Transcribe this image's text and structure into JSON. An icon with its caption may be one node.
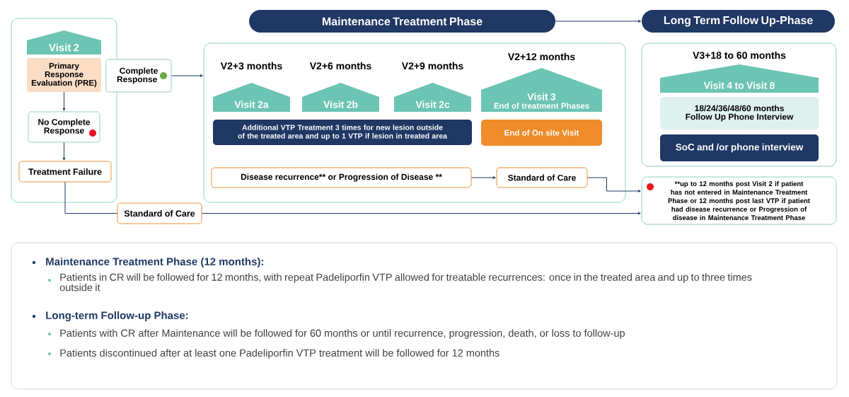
{
  "diagram": {
    "nodes": [
      {
        "text": [],
        "shape": "box"
      },
      {
        "text": [
          "Visit 2"
        ],
        "in": 0
      },
      {
        "text": [
          "Primary Response Evaluation (PRE)"
        ],
        "in": 0
      },
      {
        "text": [
          "No Complete Response"
        ],
        "in": 0
      },
      {
        "text": [
          "Treatment Failure"
        ],
        "in": 0
      },
      {
        "text": [
          "Complete Response"
        ]
      },
      {
        "text": [
          "Maintenance Treatment Phase"
        ]
      },
      {
        "text": [
          "Long Term Follow Up-Phase"
        ]
      },
      {
        "text": [],
        "shape": "box"
      },
      {
        "text": [
          "Visit 2a"
        ],
        "beside": [
          "V2+3 months"
        ],
        "in": 8
      },
      {
        "text": [
          "Visit 2b"
        ],
        "beside": [
          "V2+6 months"
        ],
        "in": 8
      },
      {
        "text": [
          "Visit 2c"
        ],
        "beside": [
          "V2+9 months"
        ],
        "in": 8
      },
      {
        "text": [
          "Visit 3",
          "End of treatment Phases"
        ],
        "beside": [
          "V2+12 months"
        ],
        "in": 8
      },
      {
        "text": [
          "Additional VTP Treatment 3 times for new lesion outside of the treated area and up to 1 VTP if lesion in treated area"
        ],
        "in": 8
      },
      {
        "text": [
          "End of On site Visit"
        ],
        "in": 8
      },
      {
        "text": [
          "Disease recurrence** or Progression of Disease **"
        ],
        "in": 8
      },
      {
        "text": [
          "Standard of Care"
        ],
        "in": 8
      },
      {
        "text": [],
        "shape": "box"
      },
      {
        "text": [
          "Visit 4 to Visit 8"
        ],
        "beside": [
          "V3+18 to 60 months"
        ],
        "in": 17
      },
      {
        "text": [
          "18/24/36/48/60 months Follow Up Phone Interview"
        ],
        "in": 17
      },
      {
        "text": [
          "SoC and /or phone interview"
        ],
        "in": 17
      },
      {
        "text": [
          "Standard of Care"
        ]
      },
      {
        "text": [
          "**up to 12 months post Visit 2 if patient has not entered in Maintenance Treatment Phase or 12 months post last VTP if patient had disease recurrence or Progression of disease in Maintenance Treatment Phase"
        ]
      }
    ],
    "edges": [
      {
        "from": 2,
        "to": 3,
        "arrow": "to"
      },
      {
        "from": 3,
        "to": 4,
        "arrow": "to"
      },
      {
        "from": 5,
        "to": 8,
        "arrow": "to"
      },
      {
        "from": 6,
        "to": 7,
        "arrow": "to"
      },
      {
        "from": 15,
        "to": 16,
        "arrow": "to"
      },
      {
        "from": 16,
        "to": 22,
        "arrow": "to"
      },
      {
        "from": 4,
        "to": 21,
        "arrow": "none"
      },
      {
        "from": 21,
        "to": 22,
        "arrow": "to"
      }
    ],
    "labels": [
      "Maintenance Treatment Phase (12 months):",
      "Patients in CR will be followed for 12 months, with repeat Padeliporfin VTP allowed for treatable recurrences: once in the treated area and up to three times outside it",
      "Long-term Follow-up Phase:",
      "Patients with CR after Maintenance will be followed for 60 months or until recurrence, progression, death, or loss to follow-up",
      "Patients discontinued after at least one Padeliporfin VTP treatment will be followed for 12 months"
    ]
  }
}
